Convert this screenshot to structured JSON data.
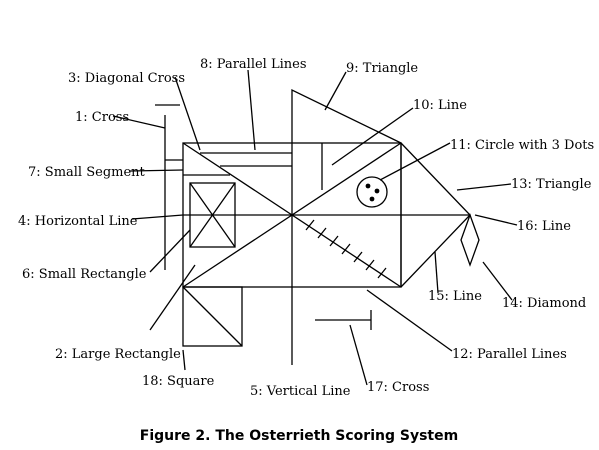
{
  "caption": "Figure 2. The Osterrieth Scoring System",
  "labels": {
    "l1": "1: Cross",
    "l2": "2: Large Rectangle",
    "l3": "3: Diagonal Cross",
    "l4": "4: Horizontal Line",
    "l5": "5: Vertical Line",
    "l6": "6: Small Rectangle",
    "l7": "7: Small Segment",
    "l8": "8: Parallel Lines",
    "l9": "9: Triangle",
    "l10": "10: Line",
    "l11": "11: Circle with 3 Dots",
    "l12": "12: Parallel Lines",
    "l13": "13: Triangle",
    "l14": "14: Diamond",
    "l15": "15: Line",
    "l16": "16: Line",
    "l17": "17: Cross",
    "l18": "18: Square"
  }
}
